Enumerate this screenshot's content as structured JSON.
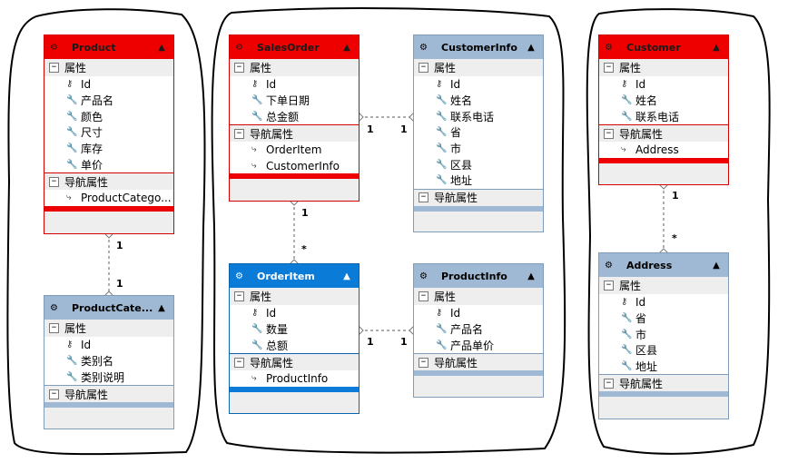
{
  "labels": {
    "properties": "属性",
    "navigation": "导航属性"
  },
  "entities": {
    "product": {
      "title": "Product",
      "properties": [
        "Id",
        "产品名",
        "颜色",
        "尺寸",
        "库存",
        "单价"
      ],
      "navigation": [
        "ProductCatego..."
      ]
    },
    "productcategory": {
      "title": "ProductCate...",
      "properties": [
        "Id",
        "类别名",
        "类别说明"
      ],
      "navigation": []
    },
    "salesorder": {
      "title": "SalesOrder",
      "properties": [
        "Id",
        "下单日期",
        "总金额"
      ],
      "navigation": [
        "OrderItem",
        "CustomerInfo"
      ]
    },
    "customerinfo": {
      "title": "CustomerInfo",
      "properties": [
        "Id",
        "姓名",
        "联系电话",
        "省",
        "市",
        "区县",
        "地址"
      ],
      "navigation": []
    },
    "orderitem": {
      "title": "OrderItem",
      "properties": [
        "Id",
        "数量",
        "总额"
      ],
      "navigation": [
        "ProductInfo"
      ]
    },
    "productinfo": {
      "title": "ProductInfo",
      "properties": [
        "Id",
        "产品名",
        "产品单价"
      ],
      "navigation": []
    },
    "customer": {
      "title": "Customer",
      "properties": [
        "Id",
        "姓名",
        "联系电话"
      ],
      "navigation": [
        "Address"
      ]
    },
    "address": {
      "title": "Address",
      "properties": [
        "Id",
        "省",
        "市",
        "区县",
        "地址"
      ],
      "navigation": []
    }
  },
  "associations": [
    {
      "from": "product",
      "to": "productcategory",
      "from_mult": "1",
      "to_mult": "1"
    },
    {
      "from": "salesorder",
      "to": "customerinfo",
      "from_mult": "1",
      "to_mult": "1"
    },
    {
      "from": "salesorder",
      "to": "orderitem",
      "from_mult": "1",
      "to_mult": "*"
    },
    {
      "from": "orderitem",
      "to": "productinfo",
      "from_mult": "1",
      "to_mult": "1"
    },
    {
      "from": "customer",
      "to": "address",
      "from_mult": "1",
      "to_mult": "*"
    }
  ],
  "colors": {
    "red": "#ef0000",
    "blue": "#0b7bd8",
    "steel": "#9fb8d3"
  },
  "icons": {
    "entity": "entity-icon",
    "key": "key-property-icon",
    "property": "wrench-property-icon",
    "navigation": "navigation-property-icon",
    "collapse": "collapse-caret-icon"
  }
}
